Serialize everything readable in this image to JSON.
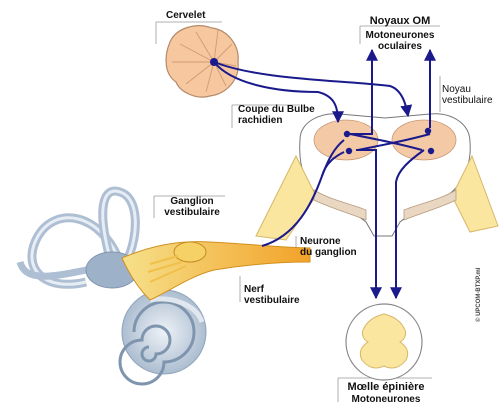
{
  "labels": {
    "cervelet": "Cervelet",
    "noyaux_om": "Noyaux OM",
    "motoneurones_oculaires": "Motoneurones\noculaires",
    "noyau_vestibulaire": "Noyau\nvestibulaire",
    "coupe_bulbe": "Coupe du Bulbe\nrachidien",
    "ganglion_vestibulaire": "Ganglion\nvestibulaire",
    "neurone_ganglion": "Neurone\ndu ganglion",
    "nerf_vestibulaire": "Nerf\nvestibulaire",
    "moelle_epiniere": "Mœlle épinière",
    "motoneurones": "Motoneurones"
  },
  "credit": "© UPCOM-BTXP.ml",
  "colors": {
    "pathway": "#1a1a8c",
    "nucleus": "#f4c9a6",
    "nerve": "#f5b432",
    "ear": "#b8c9dc",
    "cerebellum": "#f7c79f"
  }
}
